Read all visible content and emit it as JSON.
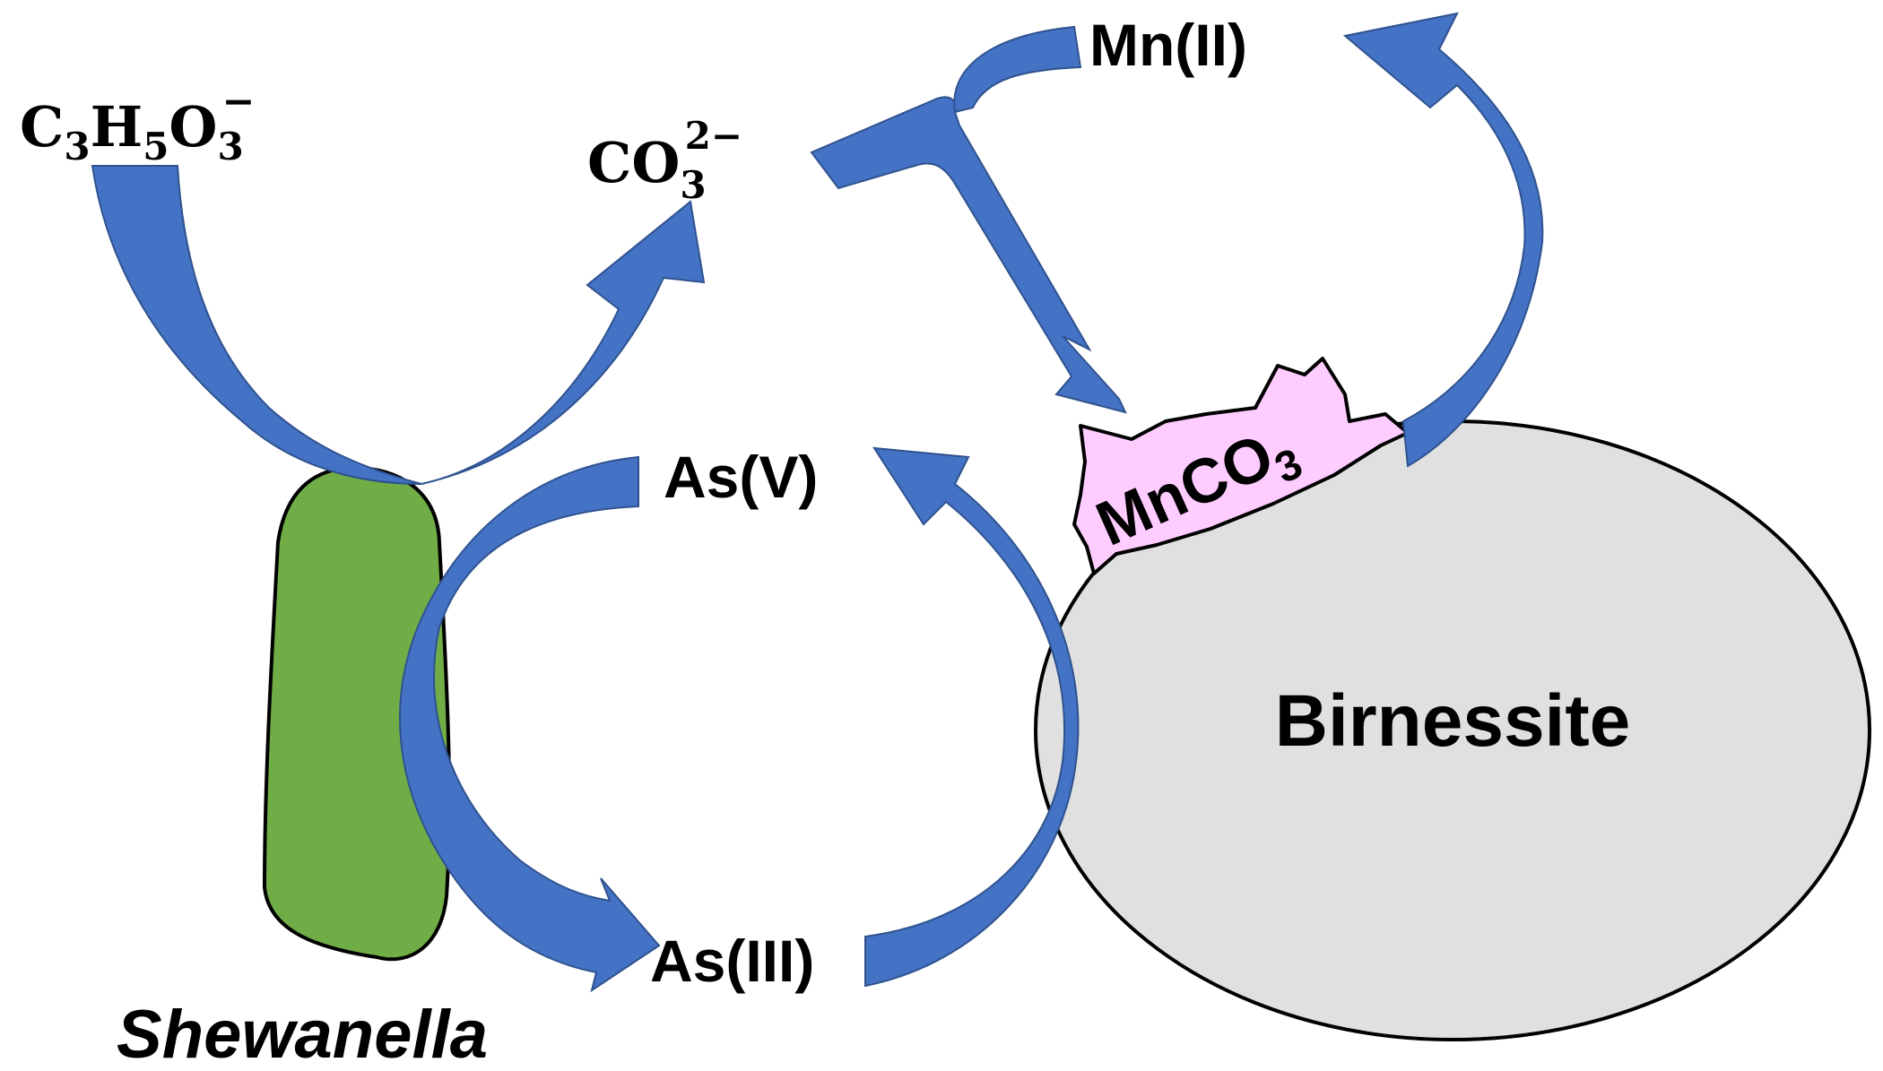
{
  "diagram": {
    "labels": {
      "lactate": {
        "base_c": "C",
        "sub_c": "3",
        "base_h": "H",
        "sub_h": "5",
        "base_o": "O",
        "sub_o": "3",
        "sup": "−"
      },
      "carbonate": {
        "base": "CO",
        "sub": "3",
        "sup": "2−"
      },
      "mn2": "Mn(II)",
      "as5": "As(V)",
      "as3": "As(III)",
      "mnco3": {
        "base": "MnCO",
        "sub": "3"
      },
      "birnessite": "Birnessite",
      "shewanella": "Shewanella"
    },
    "colors": {
      "arrow": "#4472C4",
      "arrow_dark": "#2F528F",
      "bacterium": "#70AD47",
      "birnessite": "#E0E0E0",
      "mnco3": "#FFCCFF",
      "outline": "#000000"
    }
  }
}
